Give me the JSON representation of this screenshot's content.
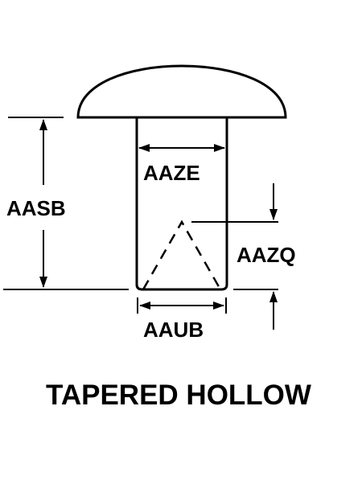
{
  "diagram": {
    "labels": {
      "head_to_bottom_length": "AASB",
      "shank_diameter": "AAZE",
      "hollow_depth": "AAZQ",
      "hollow_diameter": "AAUB"
    },
    "caption": "TAPERED HOLLOW",
    "colors": {
      "stroke": "#000000",
      "background": "#ffffff"
    }
  }
}
